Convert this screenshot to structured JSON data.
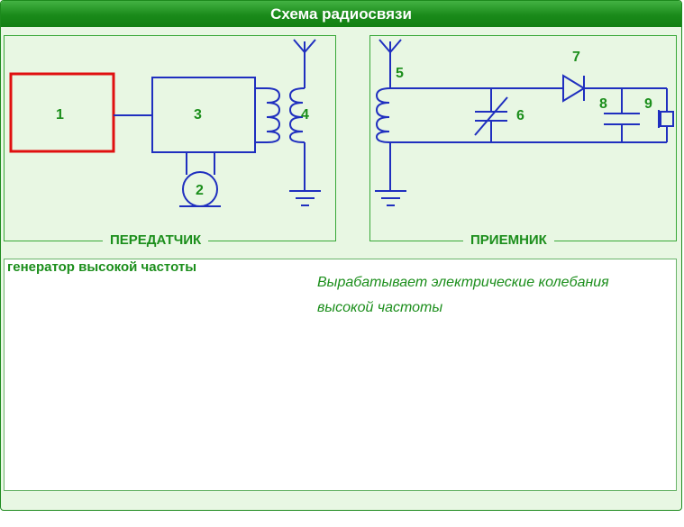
{
  "header": {
    "title": "Схема радиосвязи"
  },
  "transmitter": {
    "label": "ПЕРЕДАТЧИК",
    "components": [
      "1",
      "2",
      "3",
      "4"
    ]
  },
  "receiver": {
    "label": "ПРИЕМНИК",
    "components": [
      "5",
      "6",
      "7",
      "8",
      "9"
    ]
  },
  "generator": {
    "title": "генератор высокой частоты",
    "description": "Вырабатывает электрические колебания высокой частоты"
  },
  "colors": {
    "accent_green": "#1b8e1b",
    "circuit_blue": "#1f2fbf",
    "highlight_red": "#e01010",
    "title_bar": "#1a8a1a"
  }
}
